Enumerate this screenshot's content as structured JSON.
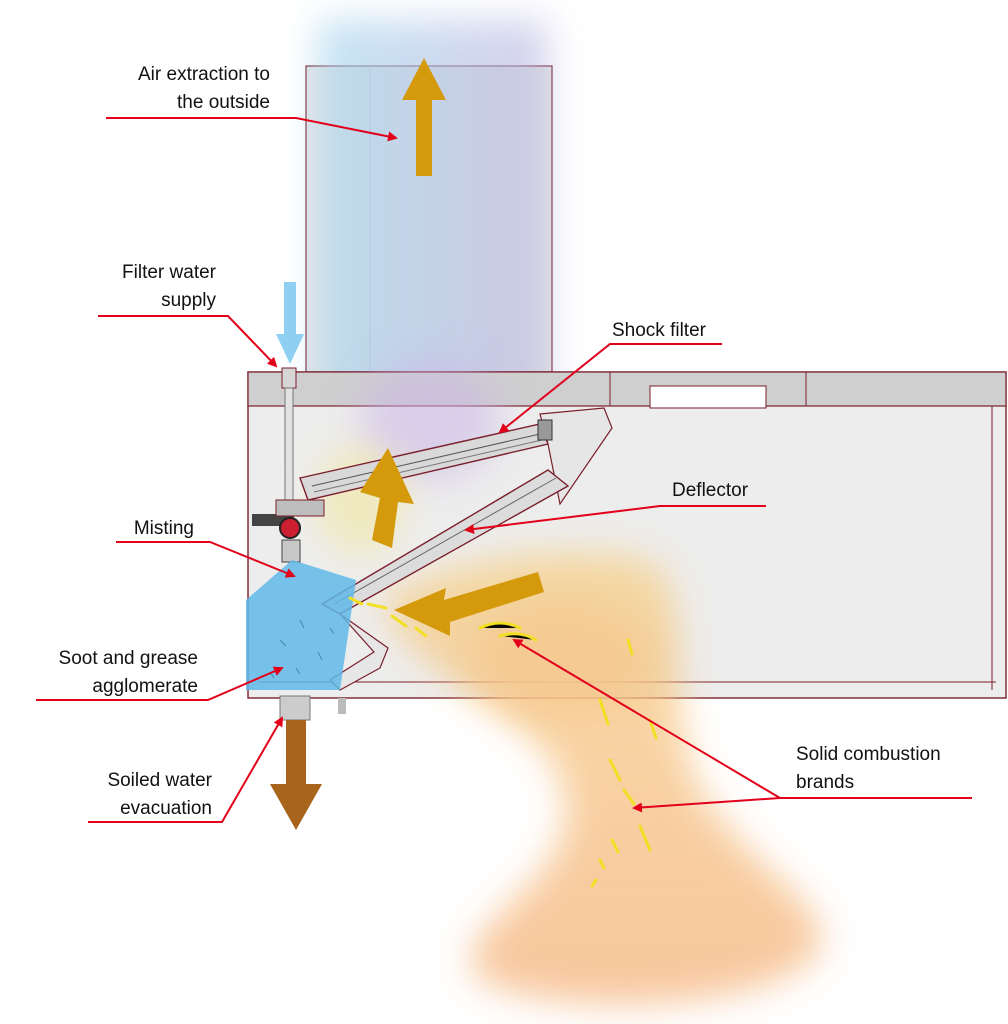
{
  "labels": {
    "air_extraction": [
      "Air extraction to",
      "the outside"
    ],
    "filter_water_supply": [
      "Filter water",
      "supply"
    ],
    "shock_filter": [
      "Shock filter"
    ],
    "deflector": [
      "Deflector"
    ],
    "misting": [
      "Misting"
    ],
    "soot_grease": [
      "Soot and grease",
      "agglomerate"
    ],
    "soiled_water": [
      "Soiled water",
      "evacuation"
    ],
    "solid_brands": [
      "Solid combustion",
      "brands"
    ]
  },
  "colors": {
    "leader_line": "#e2001a",
    "flow_arrow": "#d49a0c",
    "water_supply_arrow": "#8fcff2",
    "drain_arrow": "#a8641a",
    "misting_spray": "#5fb8e8",
    "hood_outline": "#7a1f2b",
    "hood_fill": "#ededed",
    "smoke": "#f4b66a",
    "brands": "#f2e01c"
  }
}
